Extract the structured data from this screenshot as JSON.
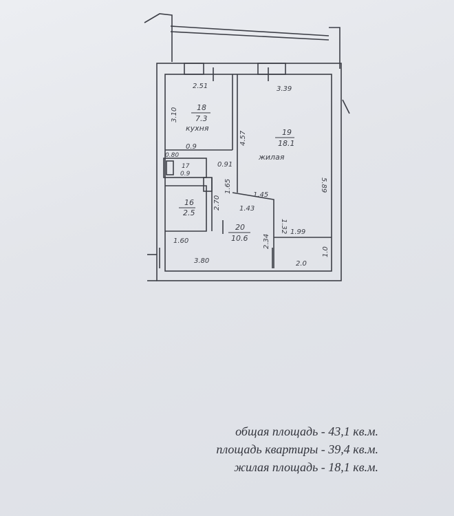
{
  "plan": {
    "dims": {
      "top_left": "2.51",
      "top_right": "3.39",
      "kitchen_side": "3.10",
      "living_height": "4.57",
      "right_side": "5.89",
      "wall_a": "0.9",
      "wall_b": "0.91",
      "wall_c": "0.80",
      "corridor_a": "1.65",
      "corridor_b": "2.70",
      "corridor_c": "1.45",
      "corridor_d": "1.43",
      "closet_side": "1.32",
      "closet_width": "1.99",
      "hall_side": "2.34",
      "bath_width": "1.60",
      "bottom_total": "3.80",
      "bottom_right": "2.0",
      "right_small": "1.0"
    },
    "rooms": {
      "kitchen": {
        "num": "18",
        "area": "7.3",
        "name": "кухня"
      },
      "living": {
        "num": "19",
        "area": "18.1",
        "name": "жилая"
      },
      "wc": {
        "num": "17",
        "area": "0.9"
      },
      "bath": {
        "num": "16",
        "area": "2.5"
      },
      "hall": {
        "num": "20",
        "area": "10.6"
      }
    }
  },
  "summary": {
    "total": "общая площадь - 43,1 кв.м.",
    "apartment": "площадь квартиры - 39,4 кв.м.",
    "living": "жилая площадь - 18,1 кв.м."
  }
}
